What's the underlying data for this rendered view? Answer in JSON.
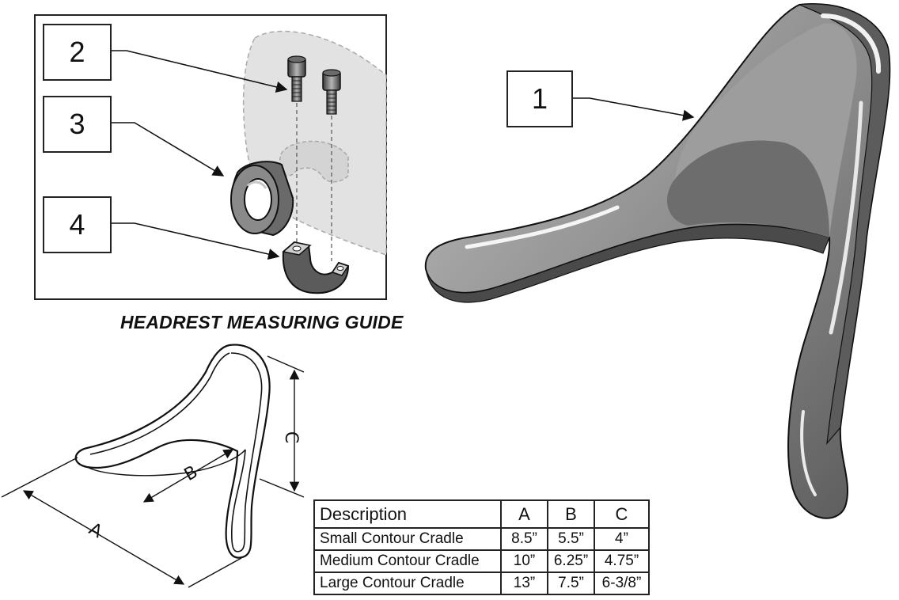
{
  "callouts": {
    "c1": "1",
    "c2": "2",
    "c3": "3",
    "c4": "4"
  },
  "guide_title": "HEADREST MEASURING GUIDE",
  "dimension_labels": {
    "a": "A",
    "b": "B",
    "c": "C"
  },
  "size_table": {
    "headers": [
      "Description",
      "A",
      "B",
      "C"
    ],
    "rows": [
      [
        "Small Contour Cradle",
        "8.5”",
        "5.5”",
        "4”"
      ],
      [
        "Medium Contour Cradle",
        "10”",
        "6.25”",
        "4.75”"
      ],
      [
        "Large Contour Cradle",
        "13”",
        "7.5”",
        "6-3/8”"
      ]
    ]
  },
  "colors": {
    "part_dark": "#4a4a4a",
    "part_mid": "#8c8c8c",
    "part_light": "#c9c9c9",
    "line": "#111111",
    "ghost": "#d9d9d9"
  }
}
